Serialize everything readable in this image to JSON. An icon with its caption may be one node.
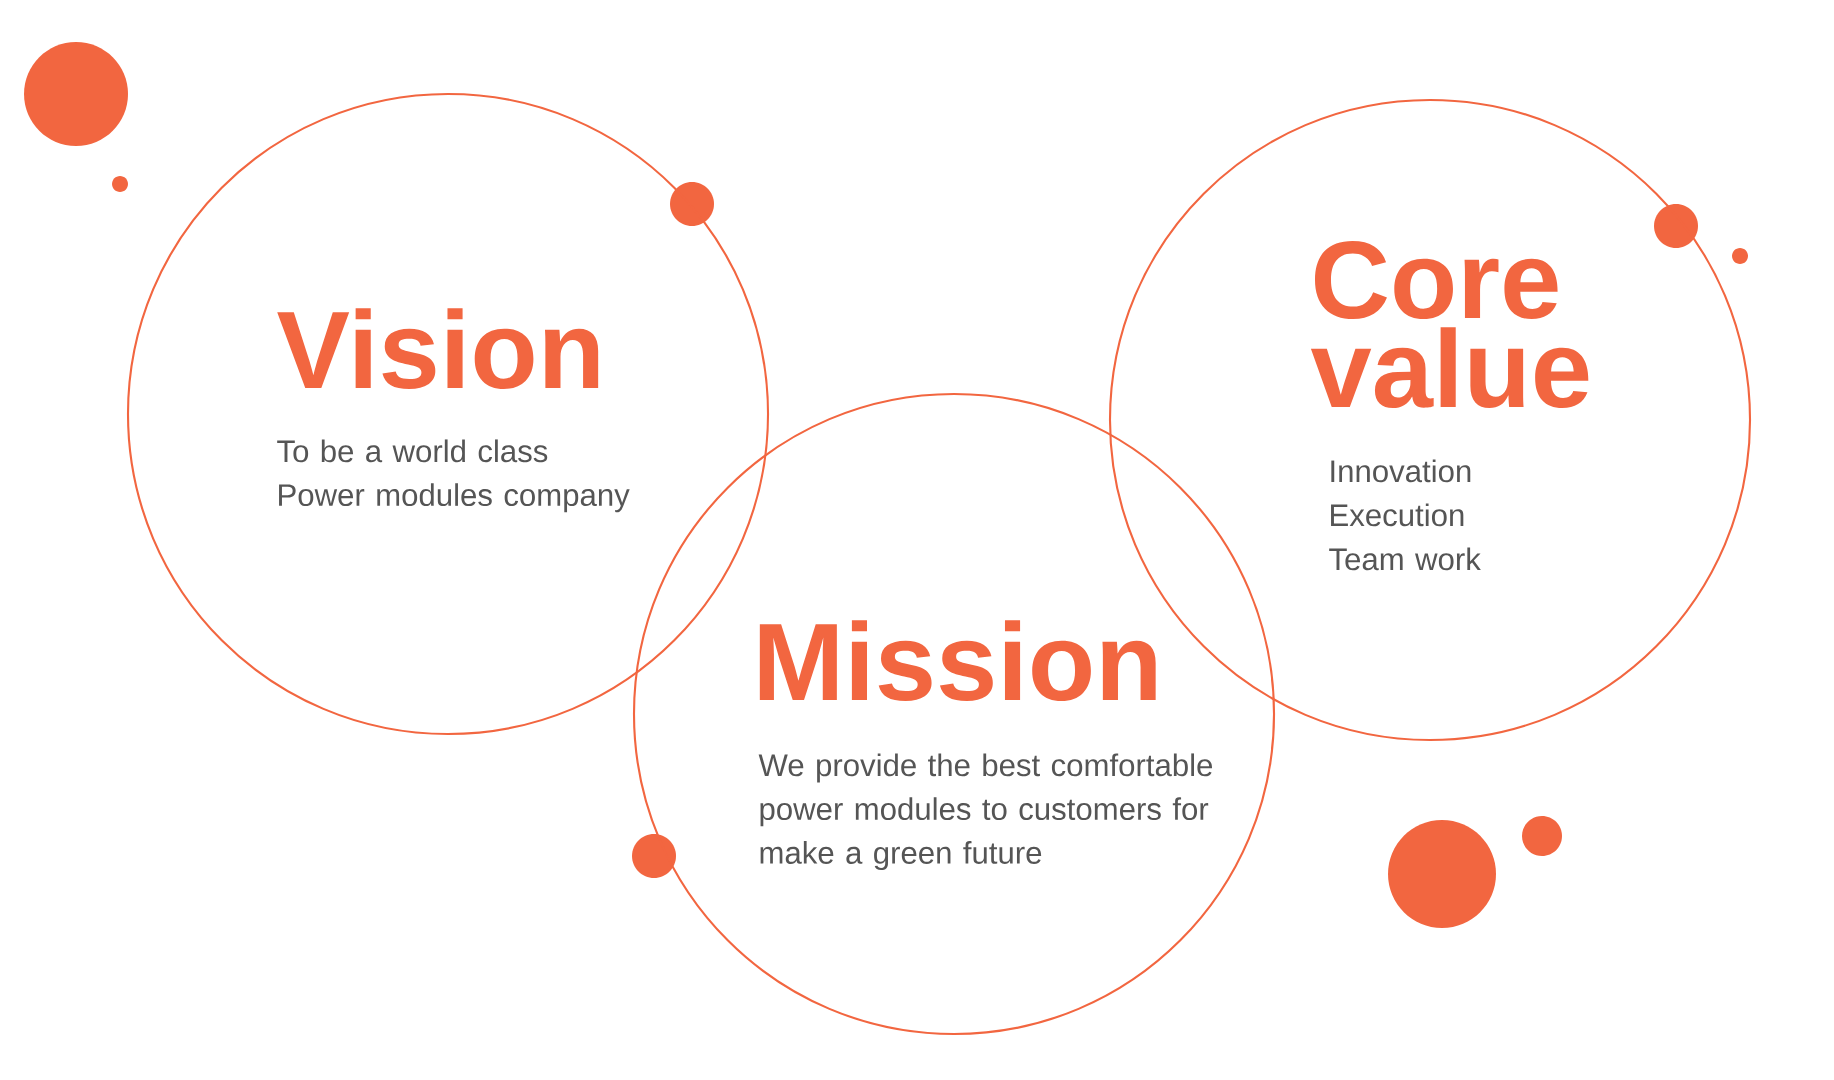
{
  "diagram": {
    "nodes": [
      {
        "text": [
          "Vision",
          "To be a world class Power modules company"
        ]
      },
      {
        "text": [
          "Mission",
          "We provide the best comfortable power modules to customers for make a green future"
        ]
      },
      {
        "text": [
          "Core value",
          "Innovation",
          "Execution",
          "Team work"
        ]
      }
    ]
  }
}
